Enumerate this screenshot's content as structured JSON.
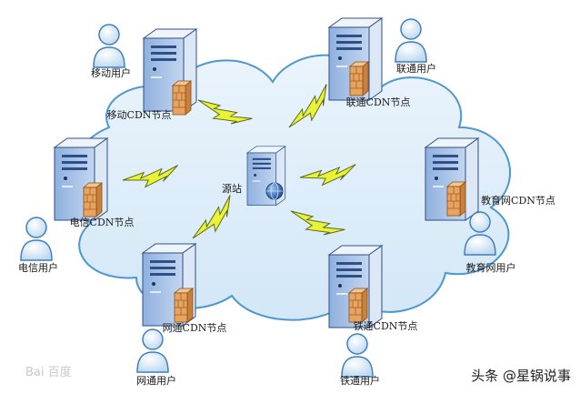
{
  "labels": {
    "source": "源站",
    "mobile_node": "移动CDN节点",
    "unicom_node": "联通CDN节点",
    "telecom_node": "电信CDN节点",
    "edu_node": "教育网CDN节点",
    "net_node": "网通CDN节点",
    "rail_node": "铁通CDN节点",
    "mobile_user": "移动用户",
    "unicom_user": "联通用户",
    "telecom_user": "电信用户",
    "edu_user": "教育网用户",
    "net_user": "网通用户",
    "rail_user": "铁通用户"
  },
  "watermark": "Bai 百度",
  "credit": "头条 @星锅说事",
  "colors": {
    "cloud_fill": "#dfeef9",
    "cloud_stroke": "#4f97cf",
    "server_front": "#a9c3e6",
    "server_side": "#dce8f6",
    "server_top": "#eef4fb",
    "server_edge": "#2f4f88",
    "firewall": "#e9a361",
    "bolt_fill": "#e9f234",
    "bolt_stroke": "#5b6a1e",
    "user_fill": "#d5e7f6",
    "user_stroke": "#3f7fc0"
  }
}
